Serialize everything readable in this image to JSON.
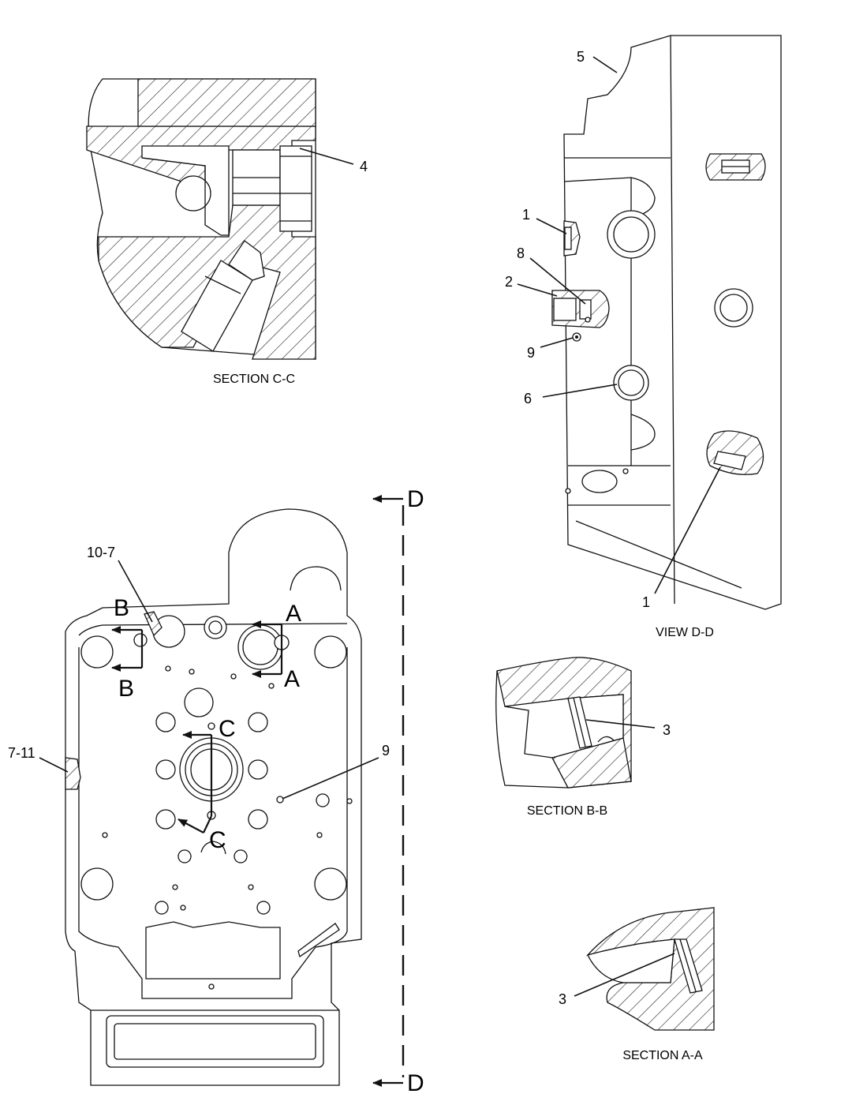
{
  "views": {
    "section_cc": {
      "title": "SECTION C-C",
      "callout_4": "4"
    },
    "view_dd": {
      "title": "VIEW D-D",
      "callout_5": "5",
      "callout_1_top": "1",
      "callout_8": "8",
      "callout_2": "2",
      "callout_9": "9",
      "callout_6": "6",
      "callout_1_bottom": "1"
    },
    "section_bb": {
      "title": "SECTION B-B",
      "callout_3": "3"
    },
    "section_aa": {
      "title": "SECTION A-A",
      "callout_3": "3"
    },
    "main_view": {
      "callout_10_7": "10-7",
      "callout_7_11": "7-11",
      "callout_9": "9",
      "cut_b_top": "B",
      "cut_b_bottom": "B",
      "cut_a_top": "A",
      "cut_a_bottom": "A",
      "cut_c_top": "C",
      "cut_c_bottom": "C",
      "view_d_top": "D",
      "view_d_bottom": "D"
    }
  }
}
